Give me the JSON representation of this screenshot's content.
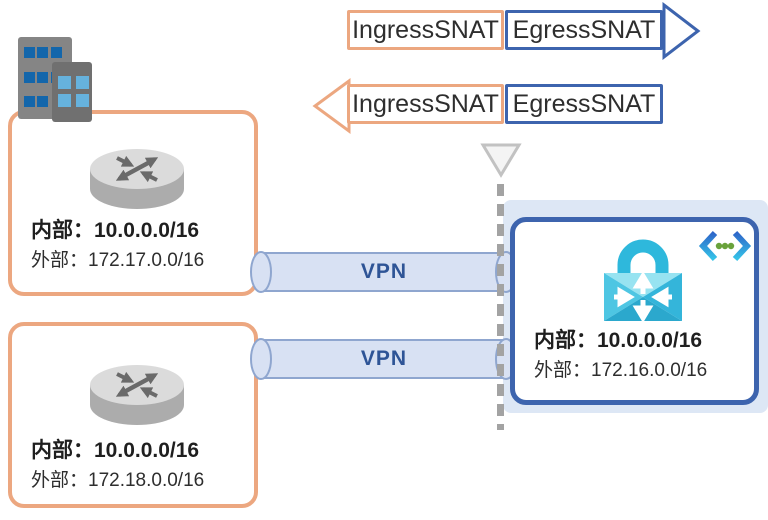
{
  "legend": {
    "outbound": {
      "ingress": "IngressSNAT",
      "egress": "EgressSNAT",
      "direction": "right"
    },
    "inbound": {
      "ingress": "IngressSNAT",
      "egress": "EgressSNAT",
      "direction": "left"
    }
  },
  "sites": [
    {
      "internal": "内部：10.0.0.0/16",
      "external": "外部：172.17.0.0/16"
    },
    {
      "internal": "内部：10.0.0.0/16",
      "external": "外部：172.18.0.0/16"
    }
  ],
  "gateway": {
    "internal": "内部：10.0.0.0/16",
    "external": "外部：172.16.0.0/16"
  },
  "tunnels": [
    {
      "label": "VPN"
    },
    {
      "label": "VPN"
    }
  ],
  "icons": {
    "buildings": "office-buildings-icon",
    "router": "router-icon",
    "lock": "vpn-gateway-lock-icon",
    "vnet": "virtual-network-icon",
    "boundary_marker": "nat-boundary-triangle-icon"
  },
  "colors": {
    "orange": "#ECA780",
    "blue": "#3D64AE",
    "vpn_label": "#2E5496",
    "backdrop_blue": "#DDE7F5",
    "tube_fill": "#D8E1F3",
    "tube_stroke": "#8FA6CF",
    "dash_gray": "#A3A3A3",
    "text_dark": "#262626"
  }
}
